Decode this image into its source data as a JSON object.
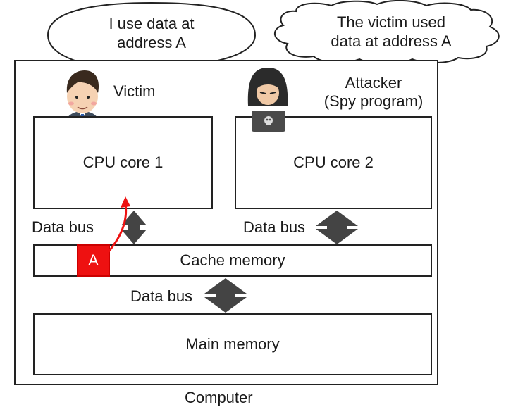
{
  "victim": {
    "speech": [
      "I use data at",
      "address A"
    ],
    "label": "Victim"
  },
  "attacker": {
    "thought": [
      "The victim used",
      "data at address A"
    ],
    "label_line1": "Attacker",
    "label_line2": "(Spy program)"
  },
  "components": {
    "core1": "CPU core 1",
    "core2": "CPU core 2",
    "cache": "Cache memory",
    "main_memory": "Main memory",
    "cache_cell": "A"
  },
  "buses": {
    "left": "Data bus",
    "right": "Data bus",
    "bottom": "Data bus"
  },
  "computer_label": "Computer",
  "colors": {
    "highlight": "#ee1111",
    "arrow": "#444444"
  }
}
